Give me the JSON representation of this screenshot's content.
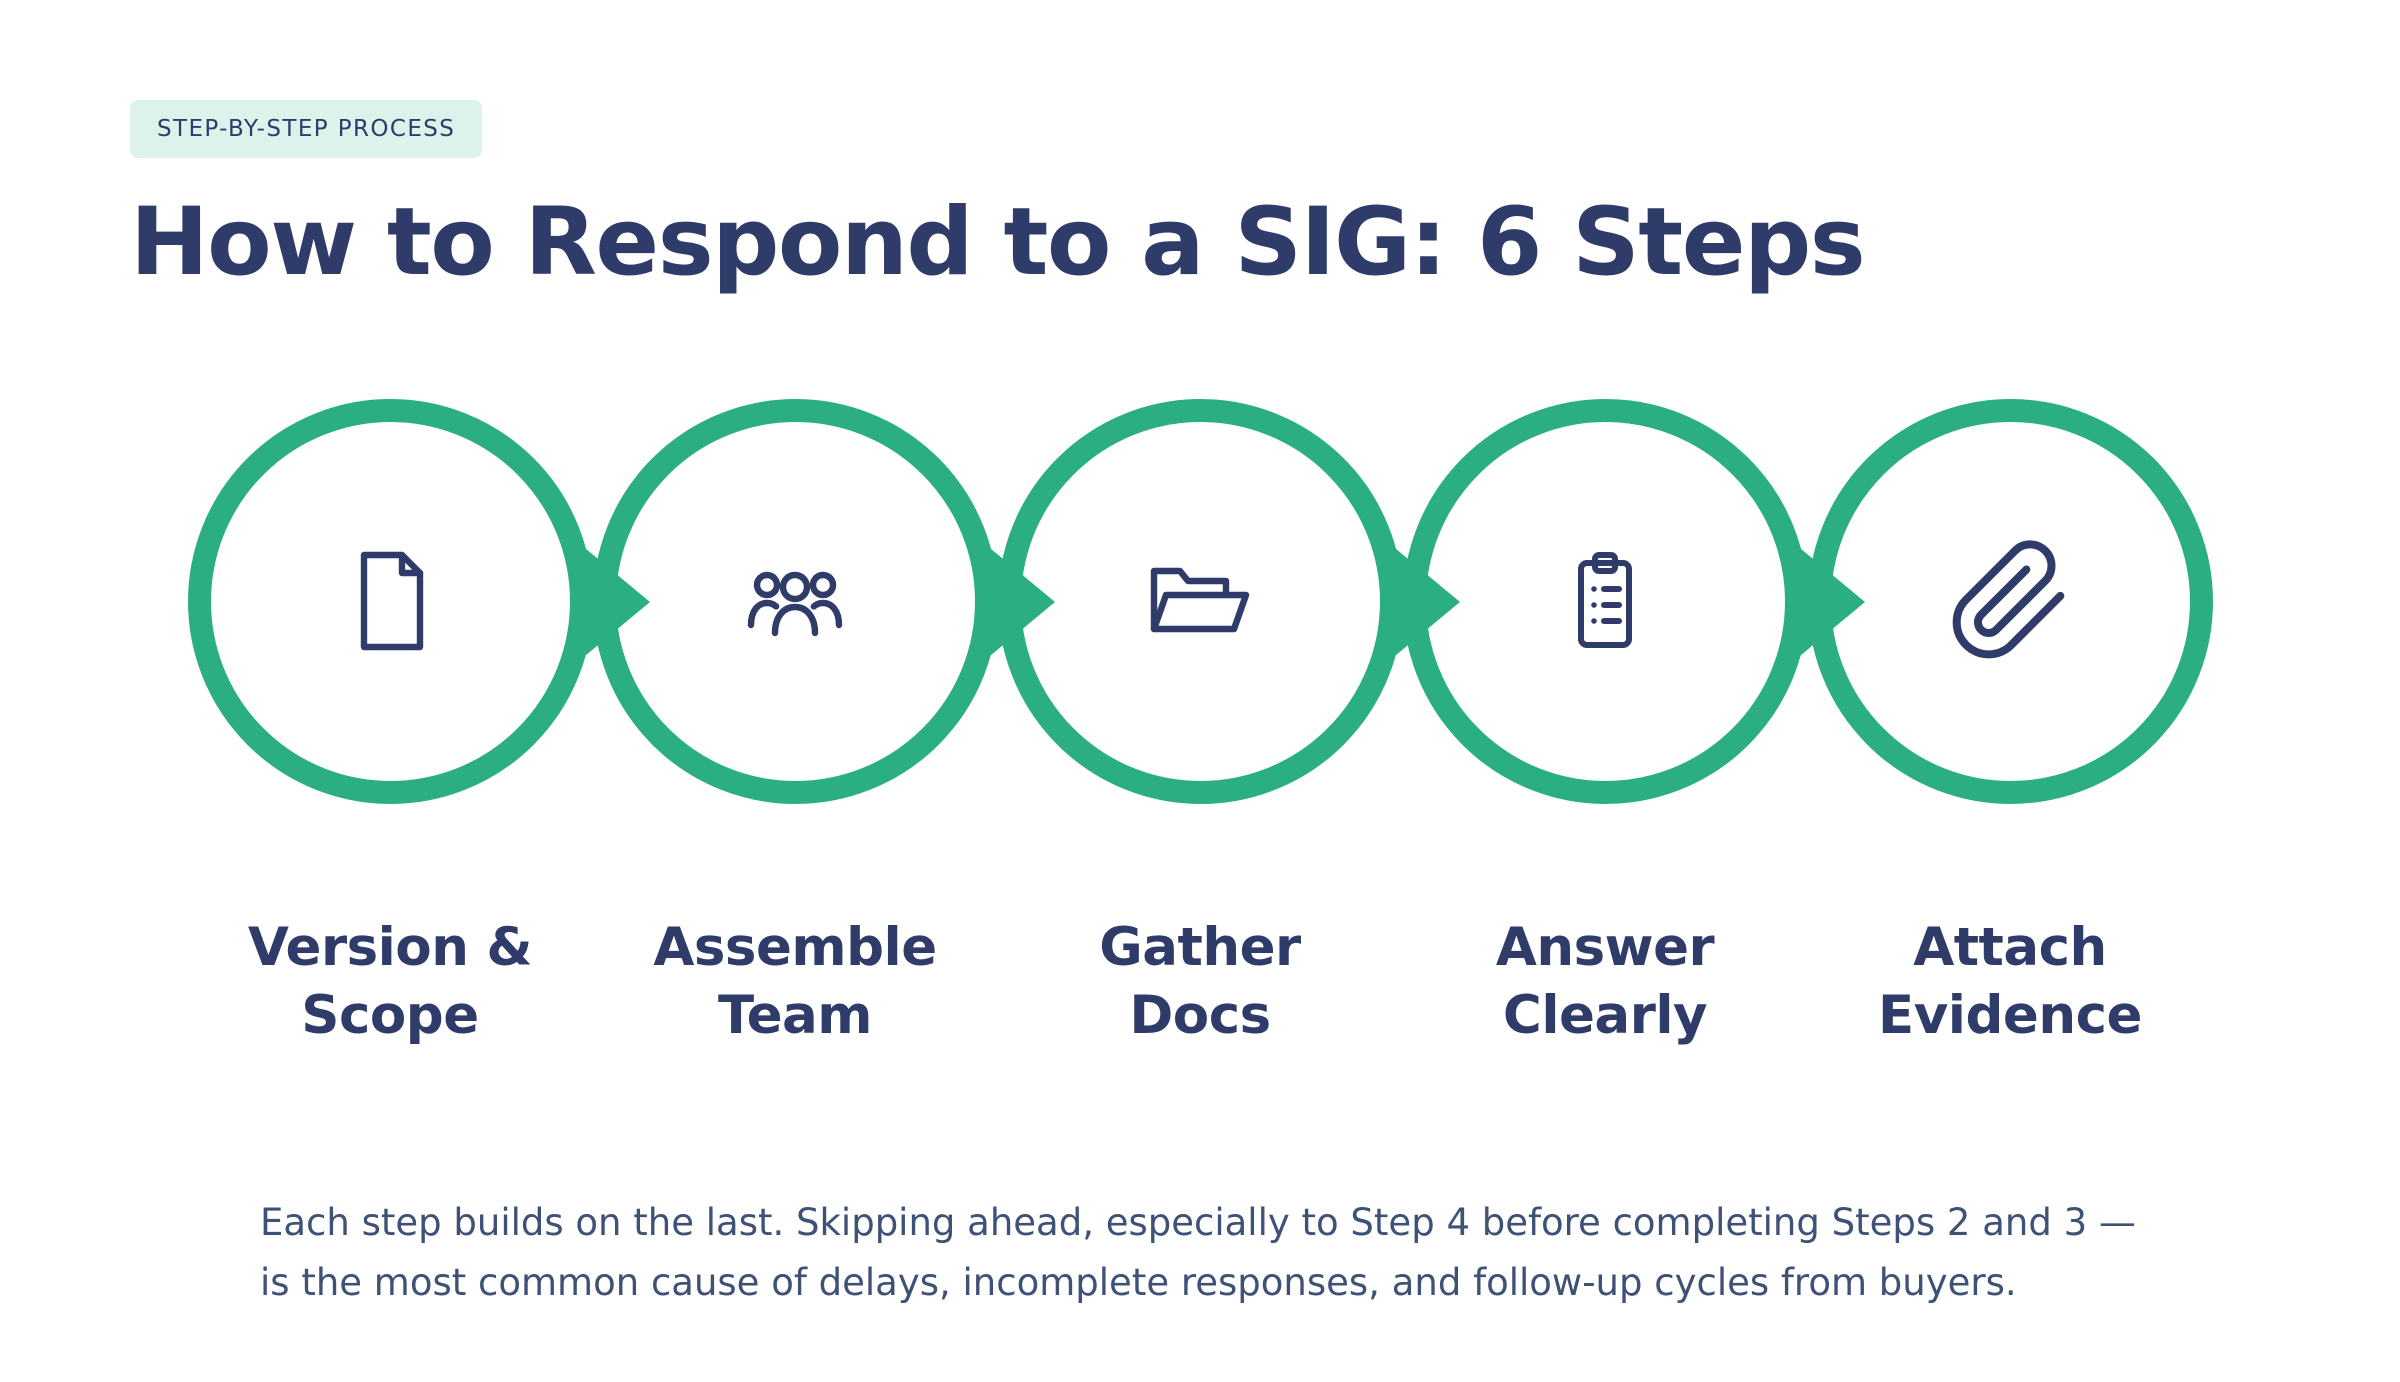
{
  "badge": {
    "label": "STEP-BY-STEP PROCESS"
  },
  "title": "How to Respond to a SIG: 6 Steps",
  "steps": [
    {
      "icon": "document-icon",
      "label_line1": "Version &",
      "label_line2": "Scope"
    },
    {
      "icon": "team-icon",
      "label_line1": "Assemble",
      "label_line2": "Team"
    },
    {
      "icon": "folder-icon",
      "label_line1": "Gather",
      "label_line2": "Docs"
    },
    {
      "icon": "clipboard-icon",
      "label_line1": "Answer",
      "label_line2": "Clearly"
    },
    {
      "icon": "paperclip-icon",
      "label_line1": "Attach",
      "label_line2": "Evidence"
    }
  ],
  "footnote": "Each step builds on the last. Skipping ahead, especially to Step 4 before completing Steps 2 and 3 — is the most common cause of delays, incomplete responses, and follow-up cycles from buyers.",
  "colors": {
    "accent_green": "#2BAE82",
    "navy": "#2F3B69",
    "badge_bg": "#DCF2EB",
    "body_text": "#3E5177"
  }
}
